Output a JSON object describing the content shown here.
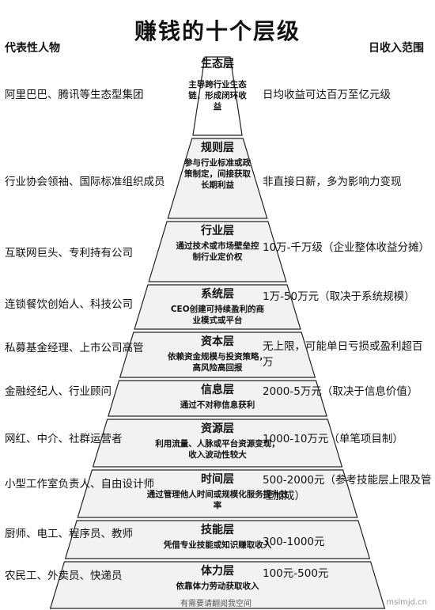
{
  "title": "赚钱的十个层级",
  "headers": {
    "left": "代表性人物",
    "right": "日收入范围"
  },
  "layers": [
    {
      "name": "生态层",
      "desc": "主导跨行业生态链，形成闭环收益",
      "left": "阿里巴巴、腾讯等生态型集团",
      "right": "日均收益可达百万至亿元级"
    },
    {
      "name": "规则层",
      "desc": "参与行业标准或政策制定，间接获取长期利益",
      "left": "行业协会领袖、国际标准组织成员",
      "right": "非直接日薪，多为影响力变现"
    },
    {
      "name": "行业层",
      "desc": "通过技术或市场壁垒控制行业定价权",
      "left": "互联网巨头、专利持有公司",
      "right": "10万-千万级（企业整体收益分摊）"
    },
    {
      "name": "系统层",
      "desc": "CEO创建可持续盈利的商业模式或平台",
      "left": "连锁餐饮创始人、科技公司",
      "right": "1万-50万元（取决于系统规模）"
    },
    {
      "name": "资本层",
      "desc": "依赖资金规模与投资策略，高风险高回报",
      "left": "私募基金经理、上市公司高管",
      "right": "无上限，可能单日亏损或盈利超百万"
    },
    {
      "name": "信息层",
      "desc": "通过不对称信息获利",
      "left": "金融经纪人、行业顾问",
      "right": "2000-5万元（取决于信息价值）"
    },
    {
      "name": "资源层",
      "desc": "利用流量、人脉或平台资源变现，收入波动性较大",
      "left": "网红、中介、社群运营者",
      "right": "1000-10万元（单笔项目制）"
    },
    {
      "name": "时间层",
      "desc": "通过管理他人时间或规模化服务提升效率",
      "left": "小型工作室负责人、自由设计师",
      "right": "500-2000元（参考技能层上限及管理加成）"
    },
    {
      "name": "技能层",
      "desc": "凭借专业技能或知识赚取收入",
      "left": "厨师、电工、程序员、教师",
      "right": "300-1000元"
    },
    {
      "name": "体力层",
      "desc": "依靠体力劳动获取收入",
      "left": "农民工、外卖员、快递员",
      "right": "100元-500元"
    }
  ],
  "footer": {
    "credit": "有需要请翻阅我空间",
    "watermark": "mslmjd.cn"
  },
  "colors": {
    "band": "#f2f2f2",
    "band_top": "#ffffff",
    "outline": "#222222"
  }
}
